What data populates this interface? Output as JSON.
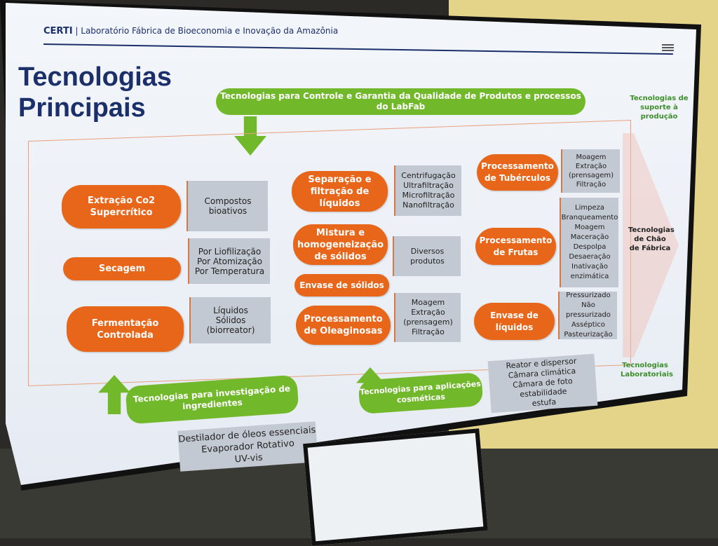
{
  "header": {
    "brand": "CERTI",
    "separator": "|",
    "subtitle": "Laboratório Fábrica de Bioeconomia e Inovação da Amazônia"
  },
  "title": {
    "line1": "Tecnologias",
    "line2": "Principais"
  },
  "top_banner": "Tecnologias para Controle e Garantia da Qualidade de Produtos e processos do LabFab",
  "side_labels": {
    "support": "Tecnologias de suporte à produção",
    "factory": "Tecnologias de Chão de Fábrica",
    "lab": "Tecnologias Laboratoriais"
  },
  "processes": [
    {
      "name": "Extração Co2 Supercrítico",
      "details": "Compostos bioativos"
    },
    {
      "name": "Secagem",
      "details": "Por Liofilização\nPor Atomização\nPor Temperatura"
    },
    {
      "name": "Fermentação Controlada",
      "details": "Líquidos\nSólidos\n(biorreator)"
    },
    {
      "name": "Separação e filtração de líquidos",
      "details": "Centrifugação\nUltrafiltração\nMicrofiltração\nNanofiltração"
    },
    {
      "name": "Mistura e homogeneização de sólidos",
      "details": "Diversos produtos"
    },
    {
      "name": "Envase de sólidos"
    },
    {
      "name": "Processamento de Oleaginosas",
      "details": "Moagem\nExtração\n(prensagem)\nFiltração"
    },
    {
      "name": "Processamento de Tubérculos",
      "details": "Moagem\nExtração\n(prensagem)\nFiltração"
    },
    {
      "name": "Processamento de Frutas",
      "details": "Limpeza\nBranqueamento\nMoagem\nMaceração\nDespolpa\nDesaeração\nInativação\nenzimática"
    },
    {
      "name": "Envase de líquidos",
      "details": "Pressurizado\nNão pressurizado\nAsséptico\nPasteurização"
    }
  ],
  "bottom": {
    "ingredients": {
      "label": "Tecnologias para investigação de ingredientes",
      "details": "Destilador de óleos essenciais\nEvaporador Rotativo\nUV-vis"
    },
    "cosmetics": {
      "label": "Tecnologias para aplicações cosméticas",
      "details": "Reator e dispersor\nCâmara climática\nCâmara de foto estabilidade\nestufa"
    }
  },
  "colors": {
    "navy": "#1b2f6b",
    "green": "#72b82b",
    "orange": "#e8661a",
    "gray": "#c3c9d2"
  }
}
